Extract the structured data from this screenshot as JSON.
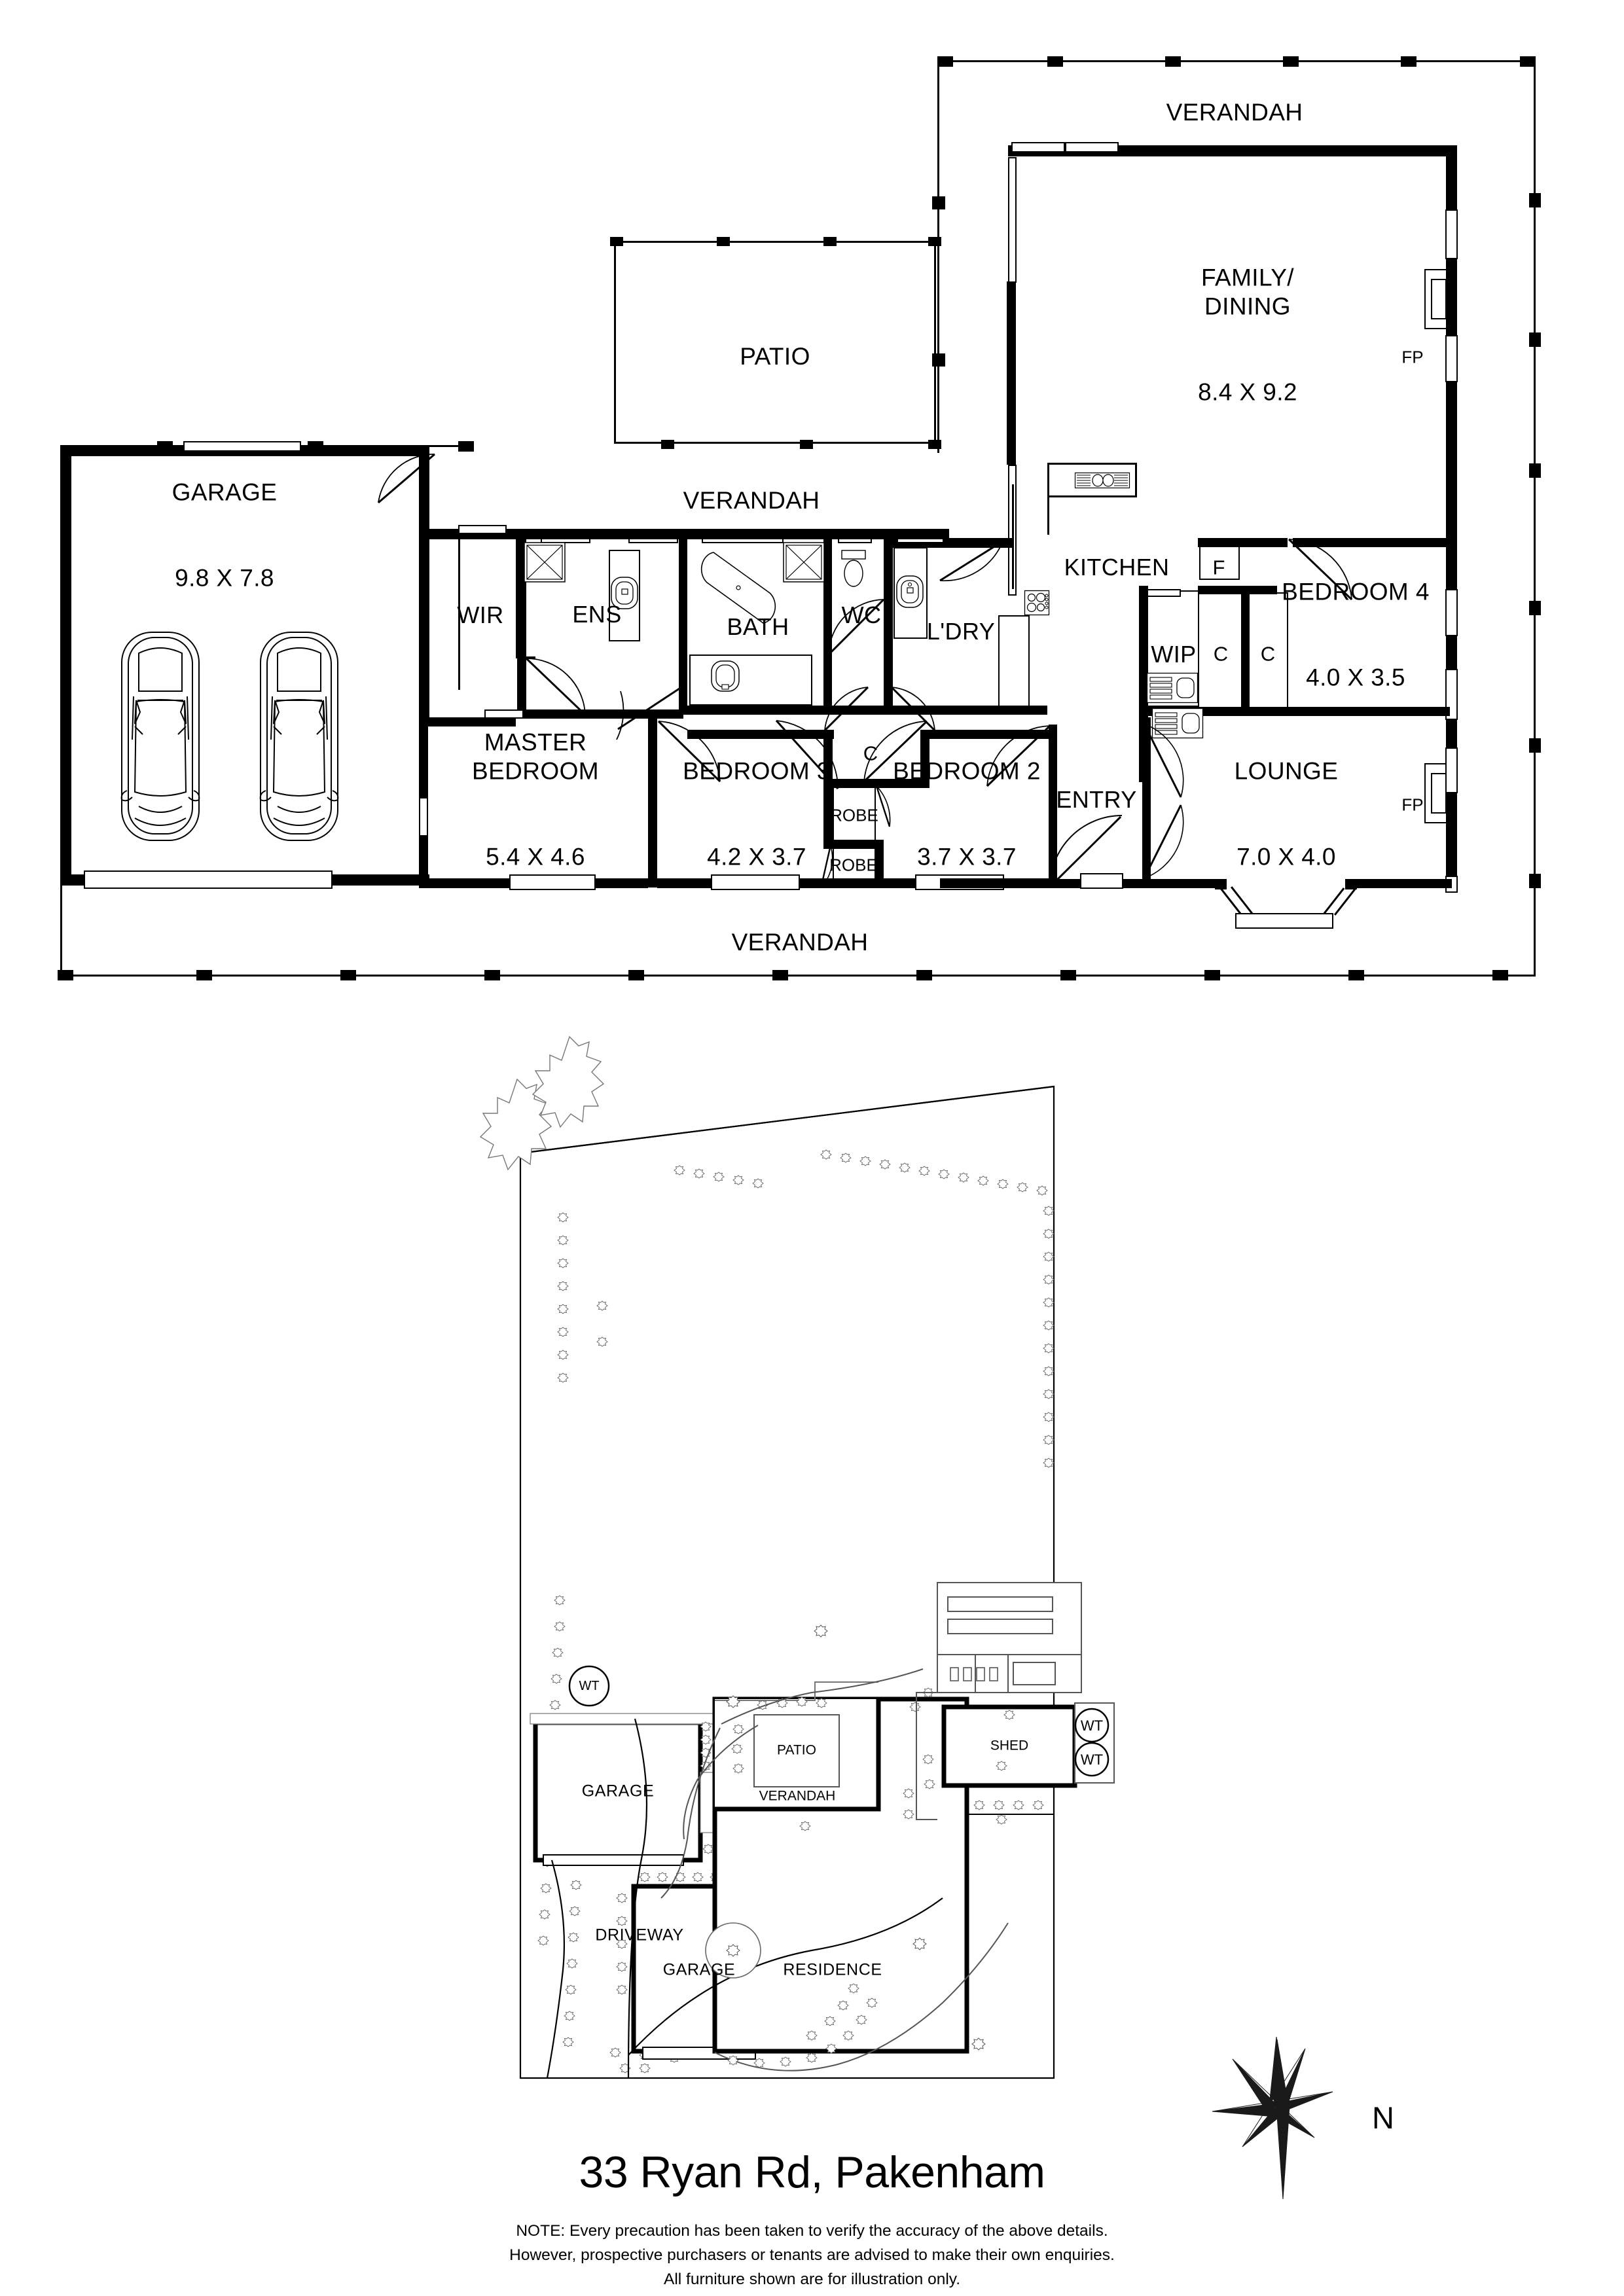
{
  "title": "33 Ryan Rd, Pakenham",
  "note_lines": [
    "NOTE: Every precaution has been taken to verify the accuracy of the above details.",
    "However, prospective purchasers or tenants are advised to make their own enquiries.",
    "All furniture shown are for illustration only."
  ],
  "compass": {
    "label": "N",
    "icon": "compass-rose-icon"
  },
  "floorplan": {
    "rooms": [
      {
        "id": "verandah-top",
        "name": "VERANDAH",
        "dims": ""
      },
      {
        "id": "family-dining",
        "name": "FAMILY/\nDINING",
        "dims": "8.4 X 9.2"
      },
      {
        "id": "patio",
        "name": "PATIO",
        "dims": ""
      },
      {
        "id": "verandah-mid",
        "name": "VERANDAH",
        "dims": ""
      },
      {
        "id": "garage",
        "name": "GARAGE",
        "dims": "9.8 X 7.8"
      },
      {
        "id": "wir",
        "name": "WIR",
        "dims": ""
      },
      {
        "id": "ens",
        "name": "ENS",
        "dims": ""
      },
      {
        "id": "bath",
        "name": "BATH",
        "dims": ""
      },
      {
        "id": "wc",
        "name": "WC",
        "dims": ""
      },
      {
        "id": "ldry",
        "name": "L'DRY",
        "dims": ""
      },
      {
        "id": "kitchen",
        "name": "KITCHEN",
        "dims": ""
      },
      {
        "id": "fridge",
        "name": "F",
        "dims": ""
      },
      {
        "id": "wip",
        "name": "WIP",
        "dims": ""
      },
      {
        "id": "cupboard-a",
        "name": "C",
        "dims": ""
      },
      {
        "id": "cupboard-b",
        "name": "C",
        "dims": ""
      },
      {
        "id": "bedroom4",
        "name": "BEDROOM 4",
        "dims": "4.0 X 3.5"
      },
      {
        "id": "master-bedroom",
        "name": "MASTER\nBEDROOM",
        "dims": "5.4 X 4.6"
      },
      {
        "id": "bedroom3",
        "name": "BEDROOM 3",
        "dims": "4.2 X 3.7"
      },
      {
        "id": "bedroom2",
        "name": "BEDROOM 2",
        "dims": "3.7 X 3.7"
      },
      {
        "id": "hall-cupboard",
        "name": "C",
        "dims": ""
      },
      {
        "id": "robe-upper",
        "name": "ROBE",
        "dims": ""
      },
      {
        "id": "robe-lower",
        "name": "ROBE",
        "dims": ""
      },
      {
        "id": "entry",
        "name": "ENTRY",
        "dims": ""
      },
      {
        "id": "lounge",
        "name": "LOUNGE",
        "dims": "7.0 X 4.0"
      },
      {
        "id": "verandah-bottom",
        "name": "VERANDAH",
        "dims": ""
      }
    ],
    "fireplaces": [
      {
        "id": "fp-family",
        "label": "FP"
      },
      {
        "id": "fp-lounge",
        "label": "FP"
      }
    ]
  },
  "siteplan": {
    "labels": [
      {
        "id": "site-garage-upper",
        "name": "GARAGE"
      },
      {
        "id": "site-garage-lower",
        "name": "GARAGE"
      },
      {
        "id": "site-patio",
        "name": "PATIO"
      },
      {
        "id": "site-verandah",
        "name": "VERANDAH"
      },
      {
        "id": "site-residence",
        "name": "RESIDENCE"
      },
      {
        "id": "site-shed",
        "name": "SHED"
      },
      {
        "id": "site-driveway",
        "name": "DRIVEWAY"
      }
    ],
    "water_tanks": [
      {
        "id": "wt-yard",
        "name": "WT"
      },
      {
        "id": "wt-shed-1",
        "name": "WT"
      },
      {
        "id": "wt-shed-2",
        "name": "WT"
      }
    ]
  }
}
